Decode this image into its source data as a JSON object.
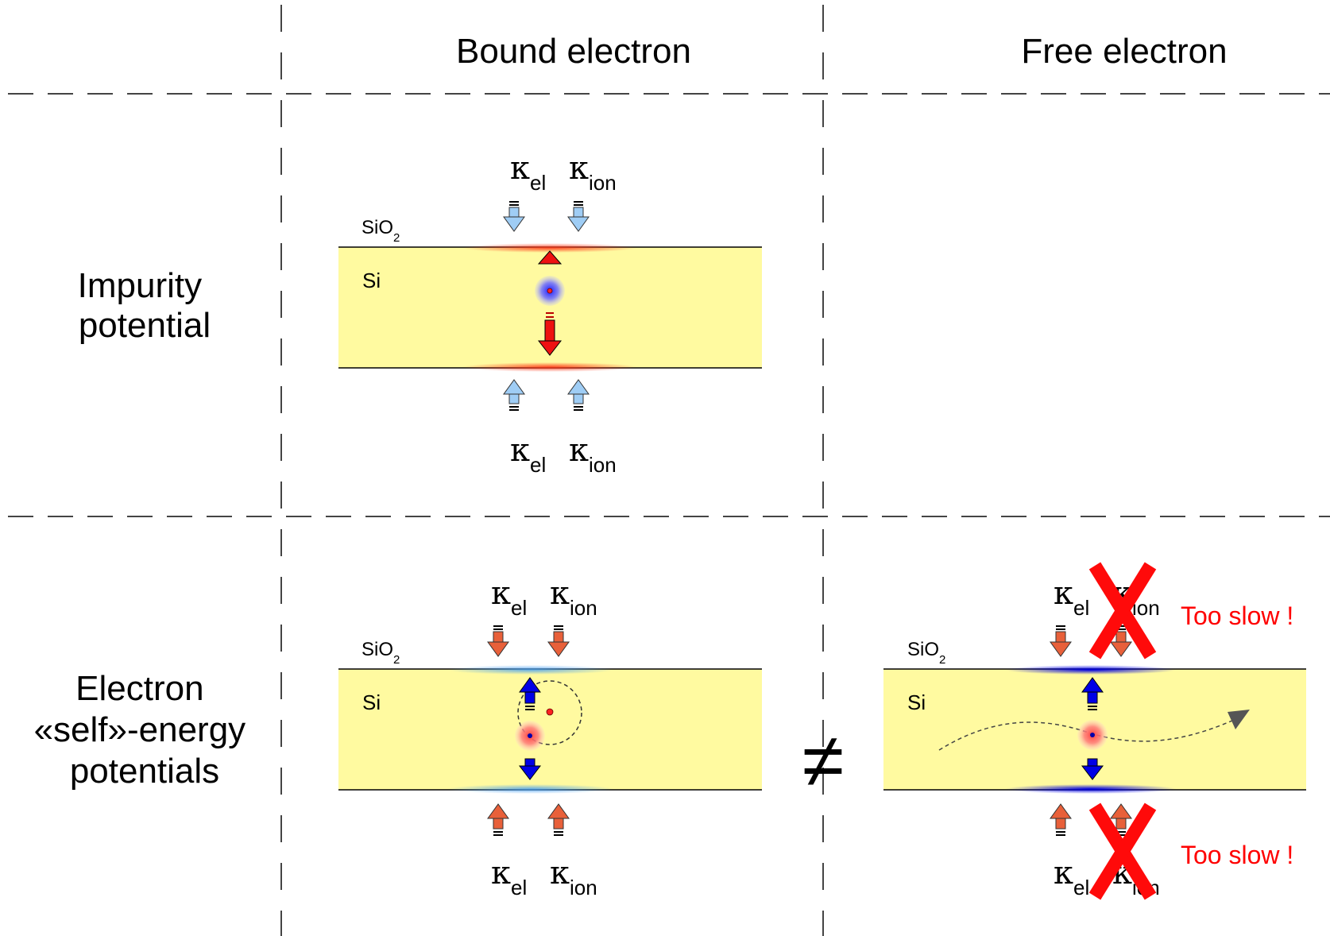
{
  "columns": {
    "bound": "Bound electron",
    "free": "Free electron"
  },
  "rows": {
    "impurity": [
      "Impurity",
      "potential"
    ],
    "self_energy": [
      "Electron",
      "«self»-energy",
      "potentials"
    ]
  },
  "kappa": {
    "symbol": "κ",
    "el": "el",
    "ion": "ion"
  },
  "materials": {
    "oxide": "SiO",
    "oxide_sub": "2",
    "silicon": "Si"
  },
  "not_equal": "≠",
  "too_slow": "Too slow !",
  "colors": {
    "slab_fill": "#fffaa0",
    "blue_arrow": "#0000e6",
    "red_arrow": "#ee1111",
    "light_blue_arrow": "#9fcdf5",
    "orange_arrow": "#e8603a",
    "cross": "#ff0a0a",
    "too_slow_text": "#ff0000"
  }
}
